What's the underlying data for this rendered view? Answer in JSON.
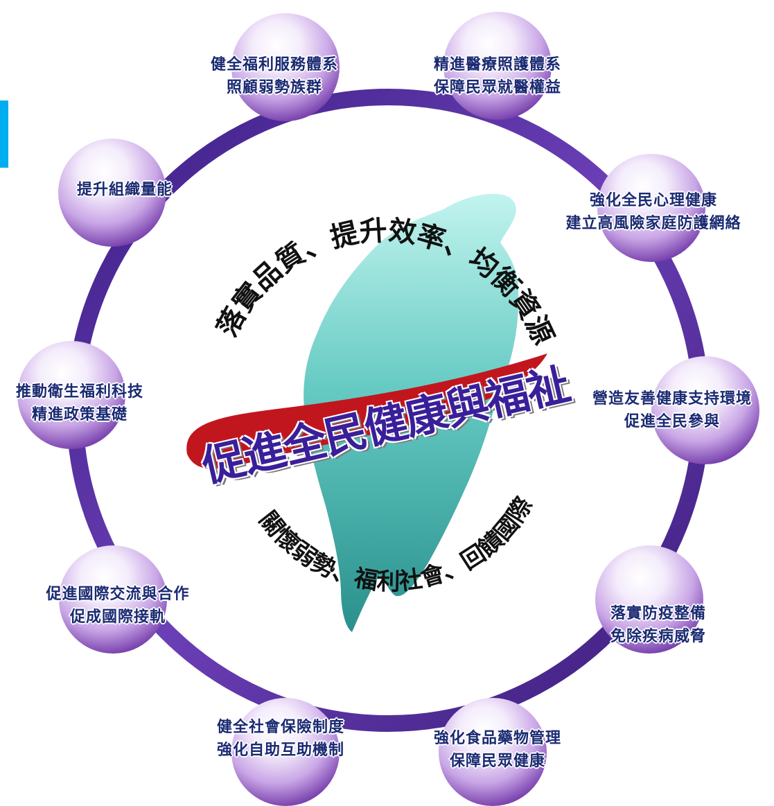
{
  "nodes": [
    {
      "line1": "健全福利服務體系",
      "line2": "照顧弱勢族群"
    },
    {
      "line1": "精進醫療照護體系",
      "line2": "保障民眾就醫權益"
    },
    {
      "line1": "強化全民心理健康",
      "line2": "建立高風險家庭防護網絡"
    },
    {
      "line1": "營造友善健康支持環境",
      "line2": "促進全民參與"
    },
    {
      "line1": "落實防疫整備",
      "line2": "免除疾病威脅"
    },
    {
      "line1": "強化食品藥物管理",
      "line2": "保障民眾健康"
    },
    {
      "line1": "健全社會保險制度",
      "line2": "強化自助互助機制"
    },
    {
      "line1": "促進國際交流與合作",
      "line2": "促成國際接軌"
    },
    {
      "line1": "推動衛生福利科技",
      "line2": "精進政策基礎"
    },
    {
      "line1": "提升組織量能",
      "line2": ""
    }
  ],
  "center": {
    "title": "促進全民健康與福祉",
    "top_arc": "落實品質、提升效率、均衡資源",
    "bottom_arc": "關懷弱勢、福利社會、回饋國際"
  },
  "colors": {
    "ring": "#4b2a8c",
    "sphere_light": "#f4ecfb",
    "sphere_dark": "#6a2fa3",
    "map_light": "#bff3ee",
    "map_dark": "#1f8a86",
    "swoosh": "#c2161f",
    "title": "#3a1f9a",
    "label": "#1a2a72",
    "accent": "#00aeef"
  }
}
